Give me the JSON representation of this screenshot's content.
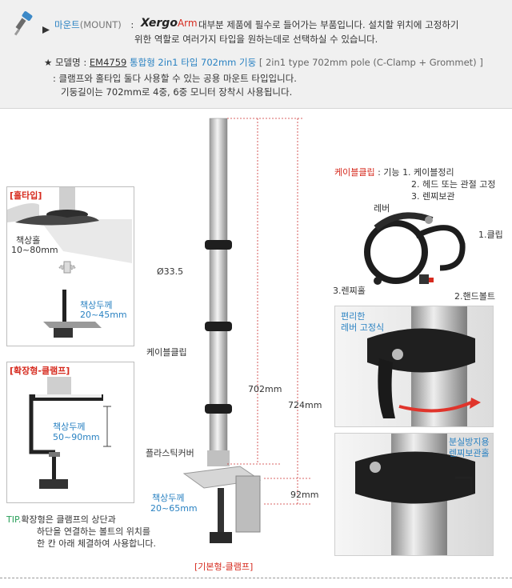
{
  "header": {
    "section_label": "마운트",
    "section_label_paren": "(MOUNT)",
    "colon": ":",
    "brand_xergo": "Xergo",
    "brand_arm": "Arm",
    "desc_line1": "대부분 제품에 필수로 들어가는 부품입니다. 설치할 위치에 고정하기",
    "desc_line2": "위한 역할로 여러가지 타입을 원하는데로 선택하실 수 있습니다.",
    "model_star": "★",
    "model_prefix": "모델명 :",
    "model_code": "EM4759",
    "model_name": "통합형 2in1 타입 702mm 기둥",
    "model_en": "[ 2in1 type 702mm pole (C-Clamp + Grommet) ]",
    "model_desc1": ": 클램프와 홀타입 둘다 사용할 수 있는 공용 마운트 타입입니다.",
    "model_desc2": "기둥길이는 702mm로 4중, 6중 모니터 장착시 사용됩니다."
  },
  "left": {
    "hole_type_label": "[홀타입]",
    "desk_hole_label": "책상홀",
    "desk_hole_range": "10~80mm",
    "desk_thickness_label": "책상두께",
    "desk_thickness_hole": "20~45mm",
    "ext_clamp_label": "[확장형-클램프]",
    "ext_thickness_label": "책상두께",
    "ext_thickness_range": "50~90mm",
    "tip_prefix": "TIP.",
    "tip_line1": "확장형은 클램프의 상단과",
    "tip_line2": "하단을 연결하는 볼트의 위치를",
    "tip_line3": "한 칸 아래 체결하여 사용합니다."
  },
  "center": {
    "diameter": "Ø33.5",
    "cable_clip": "케이블클립",
    "len_702": "702mm",
    "len_724": "724mm",
    "plastic_cover": "플라스틱커버",
    "len_92": "92mm",
    "desk_thickness_label": "책상두께",
    "desk_thickness_range": "20~65mm",
    "basic_clamp_label": "[기본형-클램프]"
  },
  "right": {
    "cable_clip_title": "케이블클립",
    "func_prefix": ": 기능",
    "func1": "1. 케이블정리",
    "func2": "2. 헤드 또는 관절 고정",
    "func3": "3. 렌찌보관",
    "lever": "레버",
    "clip": "1.클립",
    "wrench_hole": "3.렌찌홀",
    "handle_bolt": "2.핸드볼트",
    "easy_lever_1": "편리한",
    "easy_lever_2": "레버 고정식",
    "wrench_store_1": "분실방지용",
    "wrench_store_2": "렌찌보관홀"
  },
  "colors": {
    "accent_blue": "#2a82c2",
    "accent_red": "#d62a1e",
    "header_bg": "#f0f0f0"
  }
}
